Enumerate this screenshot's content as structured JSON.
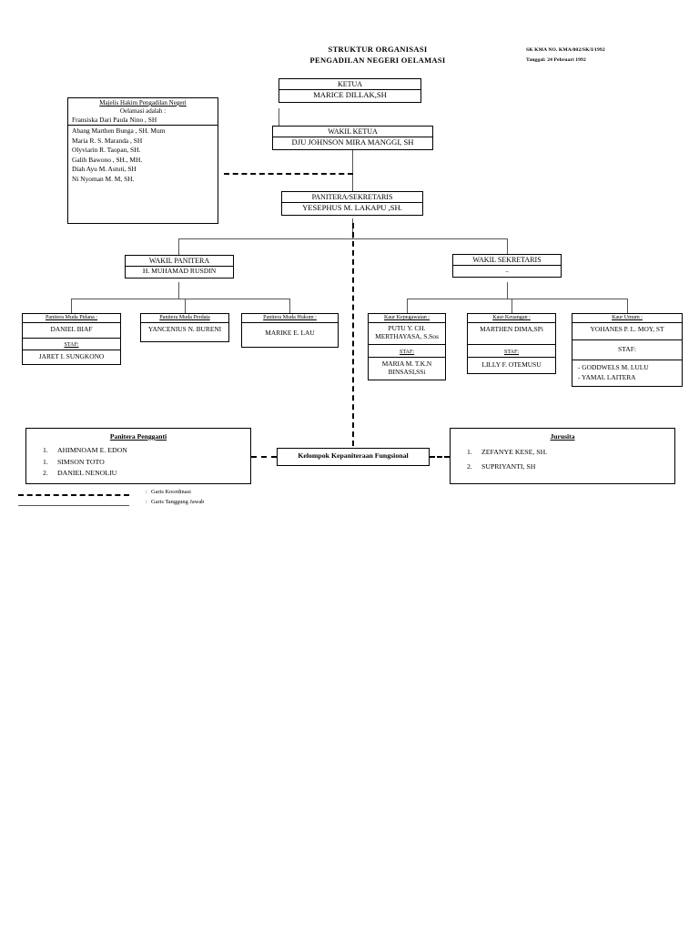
{
  "document": {
    "title_line1": "STRUKTUR ORGANISASI",
    "title_line2": "PENGADILAN NEGERI OELAMASI",
    "ref_line1": "SK KMA NO. KMA/002/SK/I/1992",
    "ref_line2": "Tanggal: 24 Pebruari 1992"
  },
  "judges_panel": {
    "heading_line1": "Majelis Hakim Pengadilan Negeri",
    "heading_line2": "Oelamasi adalah :",
    "chairman": "Fransiska Dari Paula Nino , SH",
    "members": [
      "Abang Marthen Bunga , SH. Mum",
      "Maria R. S. Maranda , SH",
      "Olyviarin R. Taopan, SH.",
      "Galih Bawono , SH., MH.",
      "Diah Ayu M. Astuti, SH",
      "Ni Nyoman  M. M, SH."
    ]
  },
  "chain": {
    "ketua": {
      "title": "KETUA",
      "name": "MARICE DILLAK,SH"
    },
    "wakil_ketua": {
      "title": "WAKIL KETUA",
      "name": "DJU JOHNSON MIRA MANGGI, SH"
    },
    "panitera_sekretaris": {
      "title": "PANITERA/SEKRETARIS",
      "name": "YESEPHUS M. LAKAPU ,SH."
    },
    "wakil_panitera": {
      "title": "WAKIL PANITERA",
      "name": "H. MUHAMAD RUSDIN"
    },
    "wakil_sekretaris": {
      "title": "WAKIL SEKRETARIS",
      "name": ".."
    }
  },
  "panitera_muda": [
    {
      "title": "Panitera Muda Pidana :",
      "name": "DANIEL BIAF",
      "staff_label": "STAF:",
      "staff": [
        "JARET I. SUNGKONO"
      ]
    },
    {
      "title": "Panitera Muda Perdata",
      "name": "YANCENIUS N. BURENI",
      "staff_label": "",
      "staff": []
    },
    {
      "title": "Panitera Muda Hukum :",
      "name": "MARIKE E. LAU",
      "staff_label": "",
      "staff": []
    }
  ],
  "kaur": [
    {
      "title": "Kaur Kepegawaian :",
      "name": "PUTU Y. CH. MERTHAYASA, S.Sos",
      "staff_label": "STAF:",
      "staff": [
        "MARIA M. T.K.N BINSASI,SSi"
      ]
    },
    {
      "title": "Kaur Keuangan :",
      "name": "MARTHEN DIMA,SPi",
      "staff_label": "STAF:",
      "staff": [
        "LILLY F. OTEMUSU"
      ]
    },
    {
      "title": "Kaur Umum :",
      "name": "YOHANES P. L. MOY, ST",
      "staff_label": "STAF:",
      "staff": [
        "- GODDWELS M. LULU",
        "- YAMAL LAITERA"
      ]
    }
  ],
  "panitera_pengganti": {
    "title": "Panitera Pengganti",
    "items": [
      {
        "num": "1.",
        "name": "AHIMNOAM E. EDON"
      },
      {
        "num": "1.",
        "name": "SIMSON TOTO"
      },
      {
        "num": "2.",
        "name": "DANIEL NENOLIU"
      }
    ]
  },
  "kelompok": {
    "label": "Kelompok Kepaniteraan Fungsional"
  },
  "jurusita": {
    "title": "Jurusita",
    "items": [
      {
        "num": "1.",
        "name": "ZEFANYE KESE, SH."
      },
      {
        "num": "2.",
        "name": "SUPRIYANTI, SH"
      }
    ]
  },
  "legend": {
    "colon": ":",
    "coordination": "Garis Koordinasi",
    "responsibility": "Garis Tanggung Jawab"
  },
  "colors": {
    "line": "#555555",
    "border": "#000000",
    "background": "#ffffff"
  }
}
